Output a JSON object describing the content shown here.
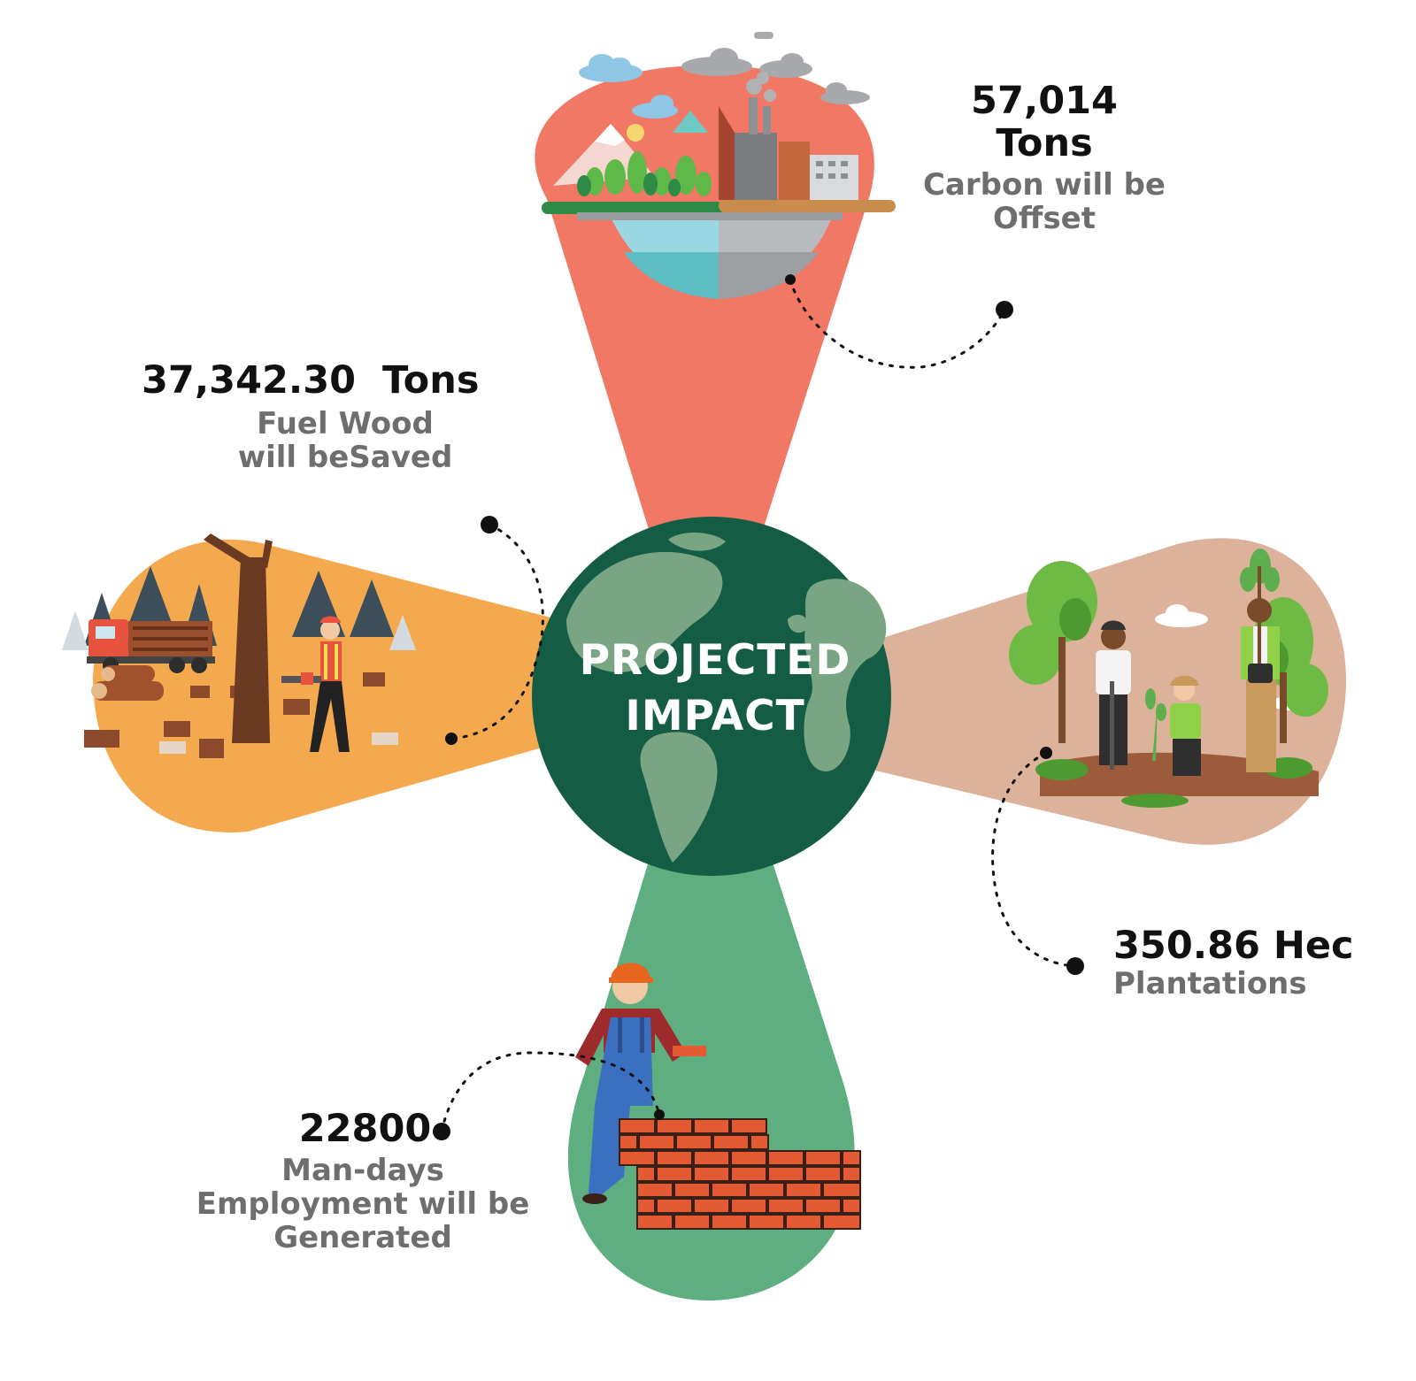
{
  "center": {
    "title_line1": "PROJECTED",
    "title_line2": "IMPACT"
  },
  "metrics": {
    "carbon": {
      "value_line1": "57,014",
      "value_line2": "Tons",
      "desc_line1": "Carbon will be",
      "desc_line2": "Offset"
    },
    "fuelwood": {
      "value": "37,342.30  Tons",
      "desc_line1": "Fuel Wood",
      "desc_line2": "will beSaved"
    },
    "plantations": {
      "value": "350.86 Hec",
      "desc": "Plantations"
    },
    "employment": {
      "value": "22800",
      "desc_line1": "Man-days",
      "desc_line2": "Employment will be",
      "desc_line3": "Generated"
    }
  },
  "colors": {
    "carbon_petal": "#f07865",
    "fuelwood_petal": "#f4a94e",
    "plantation_petal": "#dcb29a",
    "employment_petal": "#5fae7f",
    "globe_ocean": "#155c45",
    "globe_land": "#7aa583"
  },
  "icons": [
    "factory-island-illustration",
    "lumberjack-illustration",
    "tree-planting-illustration",
    "bricklayer-illustration",
    "globe-icon"
  ]
}
